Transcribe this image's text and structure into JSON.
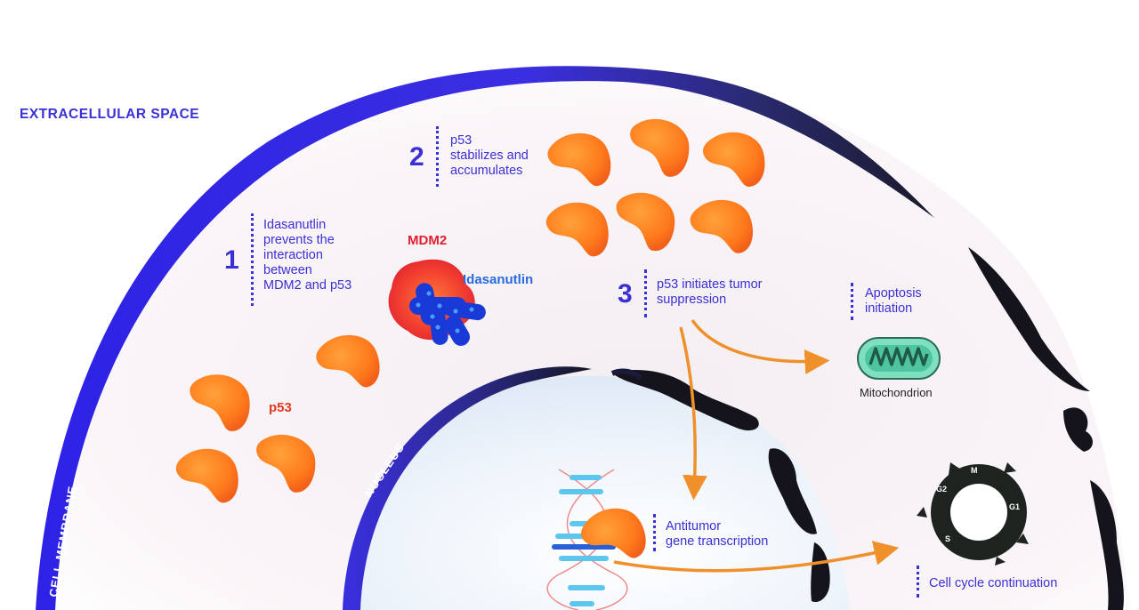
{
  "labels": {
    "extracellular": "EXTRACELLULAR SPACE",
    "cell_membrane": "CELL MEMBRANE",
    "nucleus": "NUCLEUS",
    "mdm2": "MDM2",
    "idasanutlin": "Idasanutlin",
    "p53": "p53",
    "mitochondrion": "Mitochondrion"
  },
  "steps": [
    {
      "number": "1",
      "lines": [
        "Idasanutlin",
        "prevents the",
        "interaction",
        "between",
        "MDM2 and p53"
      ]
    },
    {
      "number": "2",
      "lines": [
        "p53",
        "stabilizes and",
        "accumulates"
      ]
    },
    {
      "number": "3",
      "lines": [
        "p53 initiates tumor",
        "suppression"
      ]
    }
  ],
  "outcomes": {
    "apoptosis": [
      "Apoptosis",
      "initiation"
    ],
    "transcription": [
      "Antitumor",
      "gene transcription"
    ],
    "cell_cycle": "Cell cycle continuation"
  },
  "cell_cycle_phases": [
    "M",
    "G1",
    "S",
    "G2"
  ],
  "colors": {
    "membrane_blue": "#3a2fe0",
    "text_blue": "#3b2fd6",
    "p53_orange": "#ff7a1c",
    "mdm2_red": "#e02030",
    "arrow_orange": "#f0902a",
    "mito_teal": "#4fc4a0",
    "idasanutlin_blue": "#1a3ad8",
    "dna_cyan": "#5cc6ef"
  }
}
